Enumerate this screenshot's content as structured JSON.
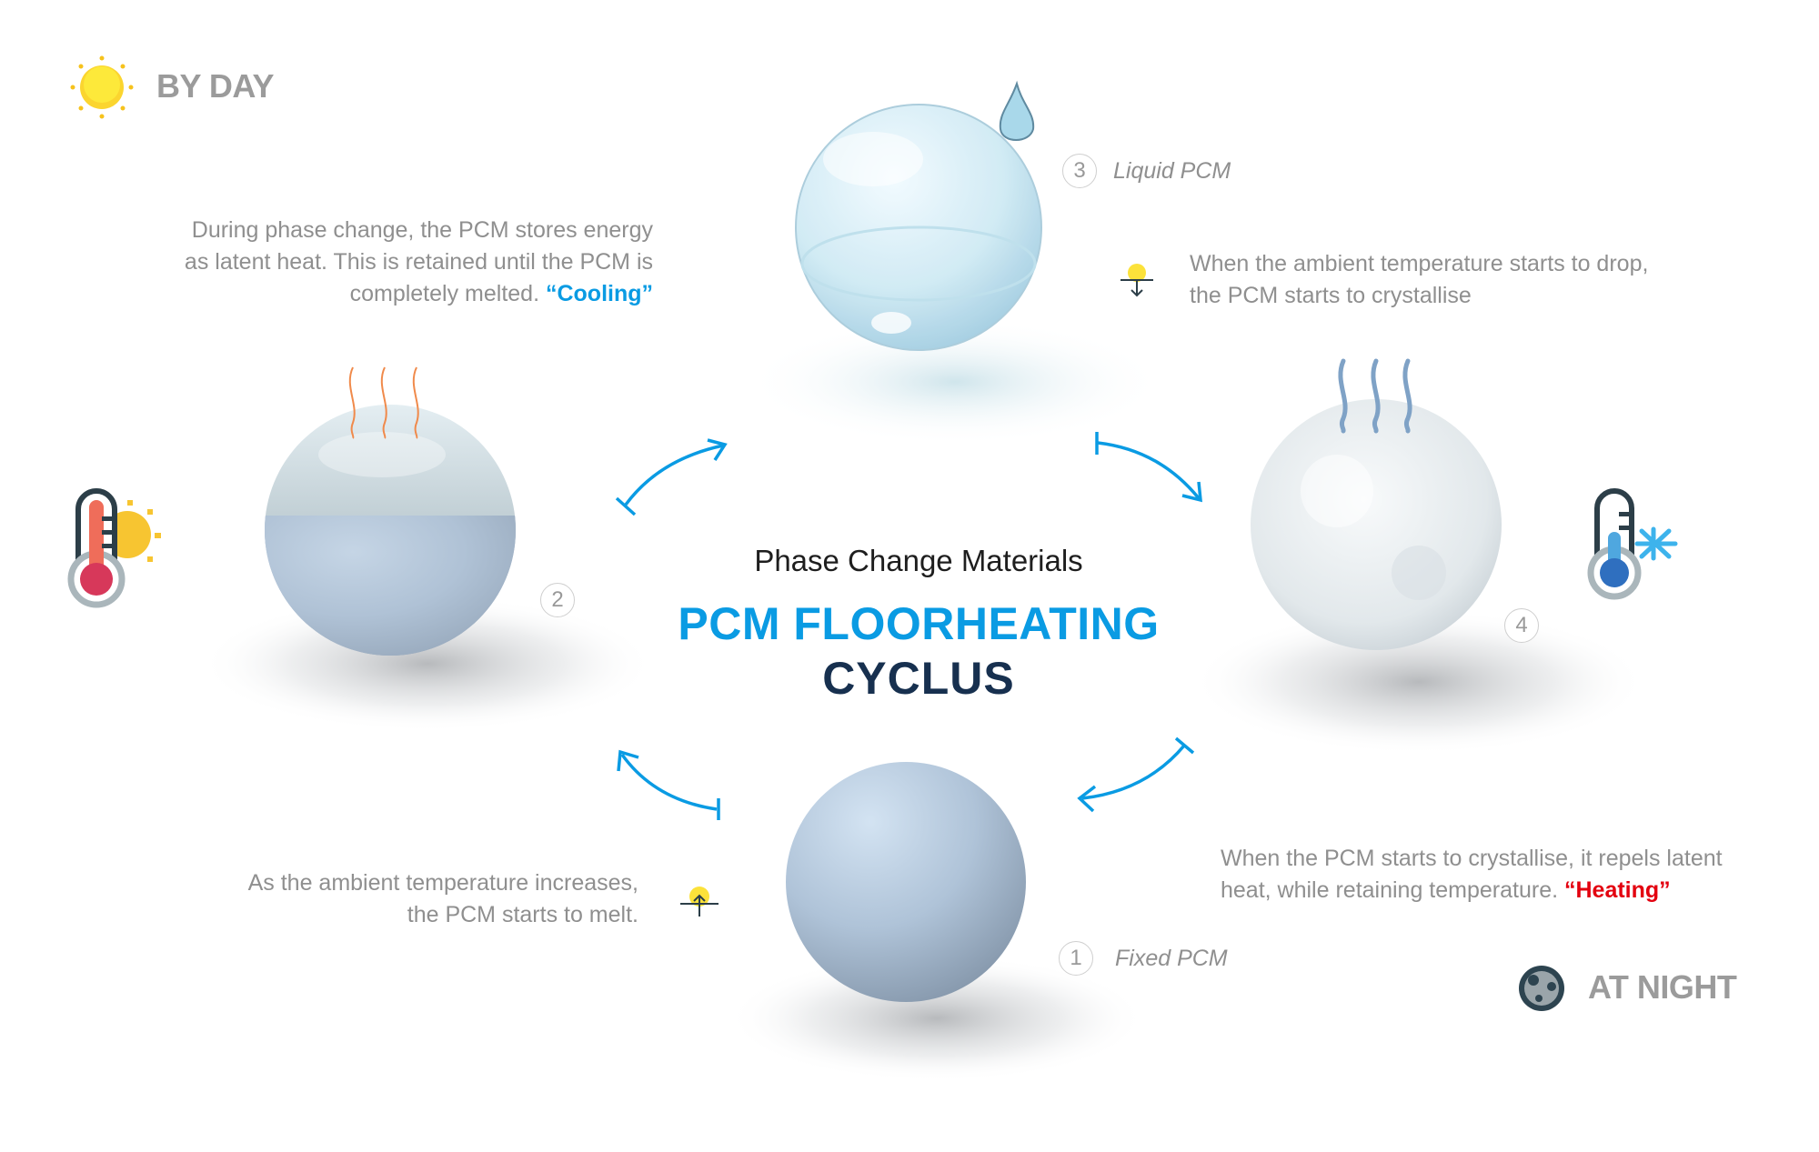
{
  "header": {
    "by_day": "BY DAY",
    "at_night": "AT NIGHT"
  },
  "title": {
    "subtitle": "Phase Change Materials",
    "main": "PCM FLOORHEATING",
    "second": "CYCLUS"
  },
  "stages": [
    {
      "number": "1",
      "label": "Fixed PCM"
    },
    {
      "number": "2",
      "label": ""
    },
    {
      "number": "3",
      "label": "Liquid PCM"
    },
    {
      "number": "4",
      "label": ""
    }
  ],
  "captions": {
    "cooling": {
      "lines": [
        "During phase change, the PCM stores energy",
        "as latent heat. This is retained until the PCM is",
        "completely melted. "
      ],
      "highlight": "“Cooling”"
    },
    "drop": {
      "lines": [
        "When the ambient temperature starts to drop,",
        "the PCM starts to crystallise"
      ]
    },
    "melt": {
      "lines": [
        "As the ambient temperature increases,",
        "the PCM starts to melt."
      ]
    },
    "heating": {
      "lines": [
        "When the PCM starts to crystallise, it repels latent",
        "heat, while retaining temperature. "
      ],
      "highlight": "“Heating”"
    }
  },
  "colors": {
    "accent_blue": "#0a9be3",
    "navy": "#17304f",
    "heating_red": "#e3000f",
    "text_gray": "#8f8f8f"
  }
}
